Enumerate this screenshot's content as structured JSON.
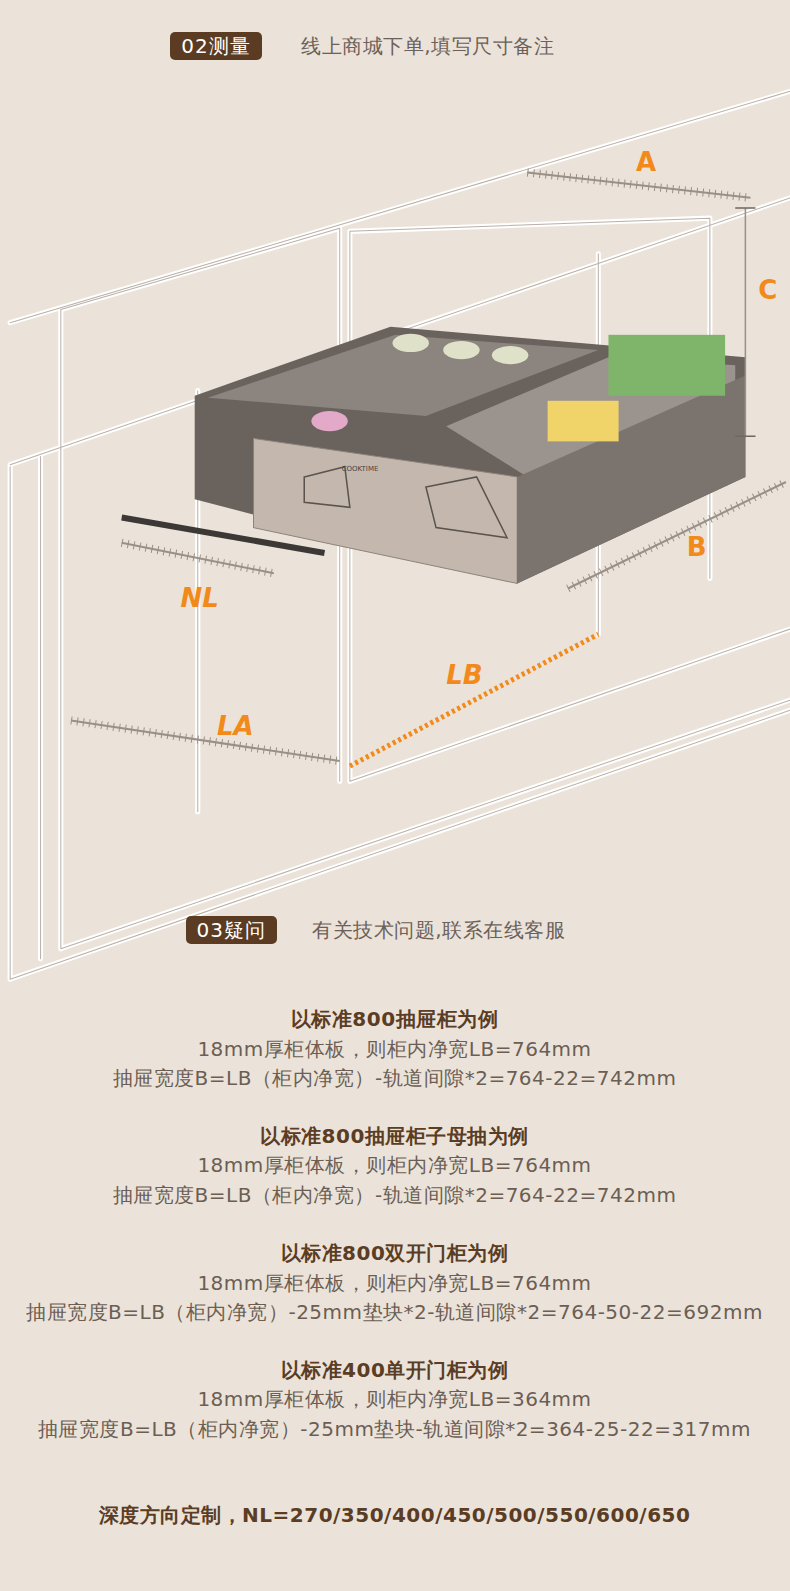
{
  "diagram": {
    "nodes": [
      {
        "text": [
          "02测量"
        ]
      },
      {
        "text": [
          "03疑问"
        ]
      }
    ],
    "labels": [
      "线上商城下单,填写尺寸备注",
      "A",
      "C",
      "COOKTIME",
      "B",
      "NL",
      "LB",
      "LA",
      "有关技术问题,联系在线客服",
      "以标准800抽屉柜为例",
      "18mm厚柜体板，则柜内净宽LB=764mm",
      "抽屉宽度B=LB（柜内净宽）-轨道间隙*2=764-22=742mm",
      "以标准800抽屉柜子母抽为例",
      "18mm厚柜体板，则柜内净宽LB=764mm",
      "抽屉宽度B=LB（柜内净宽）-轨道间隙*2=764-22=742mm",
      "以标准800双开门柜为例",
      "18mm厚柜体板，则柜内净宽LB=764mm",
      "抽屉宽度B=LB（柜内净宽）-25mm垫块*2-轨道间隙*2=764-50-22=692mm",
      "以标准400单开门柜为例",
      "18mm厚柜体板，则柜内净宽LB=364mm",
      "抽屉宽度B=LB（柜内净宽）-25mm垫块-轨道间隙*2=364-25-22=317mm",
      "深度方向定制，NL=270/350/400/450/500/550/600/650"
    ]
  }
}
